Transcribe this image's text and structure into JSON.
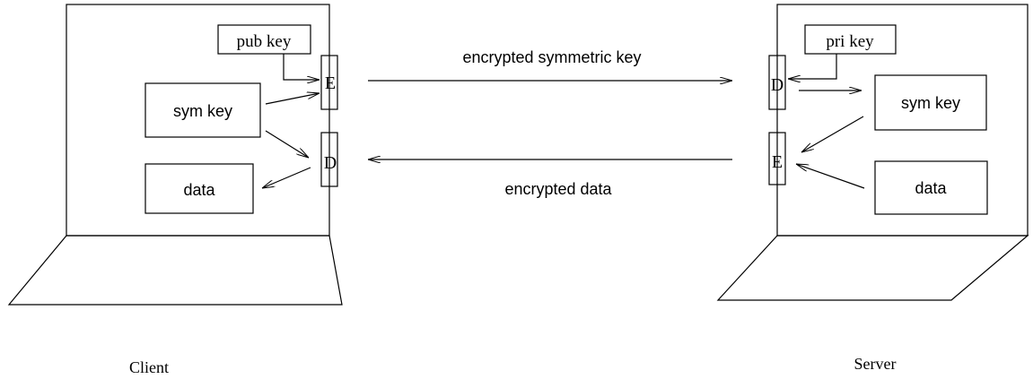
{
  "client": {
    "caption": "Client",
    "pub_key": "pub key",
    "sym_key": "sym key",
    "data": "data",
    "encrypt_port": "E",
    "decrypt_port": "D"
  },
  "server": {
    "caption": "Server",
    "pri_key": "pri key",
    "sym_key": "sym key",
    "data": "data",
    "decrypt_port": "D",
    "encrypt_port": "E"
  },
  "channel": {
    "to_server_label": "encrypted symmetric key",
    "to_client_label": "encrypted data"
  }
}
